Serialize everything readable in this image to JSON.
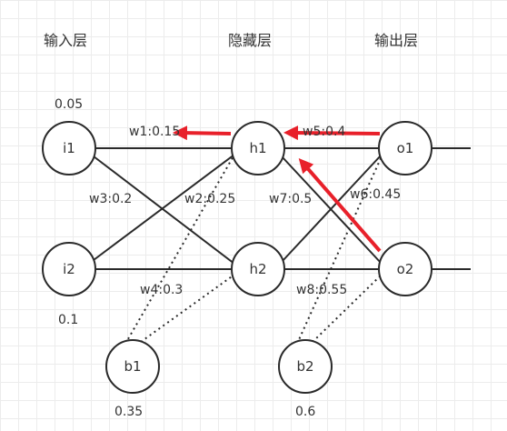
{
  "headers": {
    "input": "输入层",
    "hidden": "隐藏层",
    "output": "输出层"
  },
  "nodes": {
    "i1": "i1",
    "i2": "i2",
    "h1": "h1",
    "h2": "h2",
    "o1": "o1",
    "o2": "o2",
    "b1": "b1",
    "b2": "b2"
  },
  "values": {
    "i1": "0.05",
    "i2": "0.1",
    "b1": "0.35",
    "b2": "0.6"
  },
  "weights": {
    "w1": "w1:0.15",
    "w2": "w2:0.25",
    "w3": "w3:0.2",
    "w4": "w4:0.3",
    "w5": "w5:0.4",
    "w6": "w6:0.45",
    "w7": "w7:0.5",
    "w8": "w8:0.55"
  },
  "colors": {
    "arrow": "#e8202a",
    "stroke": "#2a2a2a",
    "grid": "#ececec"
  }
}
